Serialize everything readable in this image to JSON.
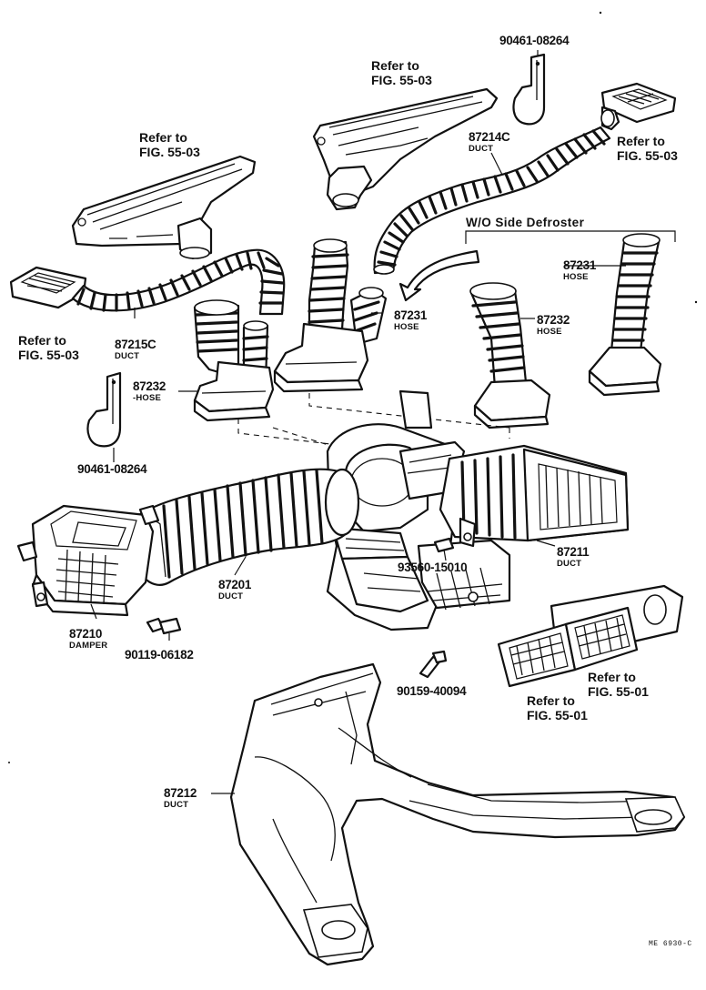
{
  "diagram": {
    "refers": {
      "top_center": [
        "Refer to",
        "FIG. 55-03"
      ],
      "left_upper": [
        "Refer to",
        "FIG. 55-03"
      ],
      "right_top": [
        "Refer to",
        "FIG. 55-03"
      ],
      "left_lower": [
        "Refer to",
        "FIG. 55-03"
      ],
      "right_lower": [
        "Refer to",
        "FIG. 55-01"
      ],
      "bottom_mid": [
        "Refer to",
        "FIG. 55-01"
      ]
    },
    "wo_side_defroster": "W/O  Side  Defroster",
    "parts": {
      "clamp_top": {
        "number": "90461-08264"
      },
      "clamp_left": {
        "number": "90461-08264"
      },
      "duct_87214c": {
        "number": "87214C",
        "type": "DUCT"
      },
      "duct_87215c": {
        "number": "87215C",
        "type": "DUCT"
      },
      "hose_87231_center": {
        "number": "87231",
        "type": "HOSE"
      },
      "hose_87231_right": {
        "number": "87231",
        "type": "HOSE"
      },
      "hose_87232_left": {
        "number": "87232",
        "type": "-HOSE"
      },
      "hose_87232_right": {
        "number": "87232",
        "type": "HOSE"
      },
      "duct_87201": {
        "number": "87201",
        "type": "DUCT"
      },
      "duct_87211": {
        "number": "87211",
        "type": "DUCT"
      },
      "damper_87210": {
        "number": "87210",
        "type": "DAMPER"
      },
      "duct_87212": {
        "number": "87212",
        "type": "DUCT"
      },
      "screw_93560": {
        "number": "93560-15010"
      },
      "bolt_90119": {
        "number": "90119-06182"
      },
      "screw_90159": {
        "number": "90159-40094"
      }
    },
    "figure_code": "ME  6930-C"
  }
}
